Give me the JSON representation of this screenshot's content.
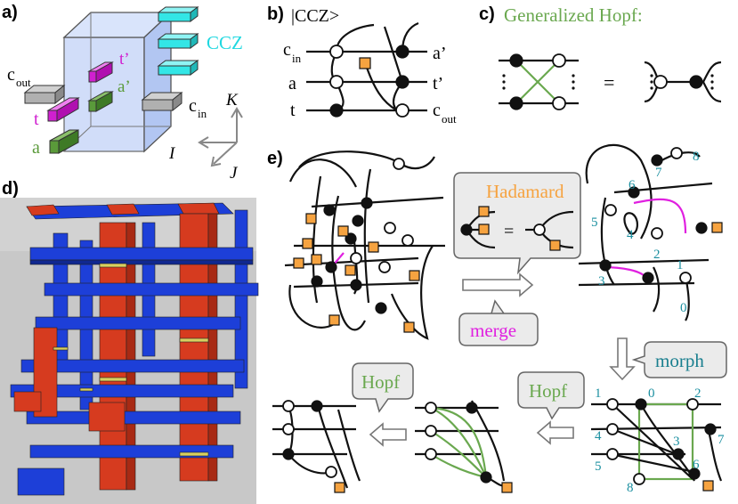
{
  "panels": {
    "a": {
      "label": "a)",
      "title": "CCZ",
      "qubits": {
        "t_prime": "t’",
        "a_prime": "a’",
        "c_out": "c",
        "c_out_sub": "out",
        "c_in": "c",
        "c_in_sub": "in",
        "t": "t",
        "a": "a"
      },
      "axes": {
        "k": "K",
        "i": "I",
        "j": "J"
      },
      "colors": {
        "cube": "#b8ccf5",
        "ccz": "#33e8e8",
        "magenta": "#e020e0",
        "green": "#5a9a3a",
        "gray": "#b0b0b0"
      }
    },
    "b": {
      "label": "b)",
      "title": "|CCZ>",
      "left_labels": {
        "c_in": "c",
        "c_in_sub": "in",
        "a": "a",
        "t": "t"
      },
      "right_labels": {
        "a_prime": "a’",
        "t_prime": "t’",
        "c_out": "c",
        "c_out_sub": "out"
      }
    },
    "c": {
      "label": "c)",
      "title": "Generalized Hopf:",
      "equals": "=",
      "title_color": "#6aa84f"
    },
    "d": {
      "label": "d)",
      "colors": {
        "red": "#d63b1f",
        "blue": "#1d3fd8",
        "yellow": "#d8d060",
        "background": "#c9c9c9"
      }
    },
    "e": {
      "label": "e)",
      "bubbles": {
        "hadamard": "Hadamard",
        "merge": "merge",
        "morph": "morph",
        "hopf_1": "Hopf",
        "hopf_2": "Hopf"
      },
      "bubble_equals": "=",
      "node_numbers_top": [
        "0",
        "1",
        "2",
        "3",
        "4",
        "5",
        "6",
        "7",
        "8"
      ],
      "node_numbers_bottom": [
        "0",
        "1",
        "2",
        "3",
        "4",
        "5",
        "6",
        "7",
        "8"
      ],
      "colors": {
        "hadamard": "#f6a340",
        "merge": "#e020e0",
        "morph": "#1a7f8f",
        "hopf": "#6aa84f",
        "number": "#1a8fa0"
      }
    }
  }
}
